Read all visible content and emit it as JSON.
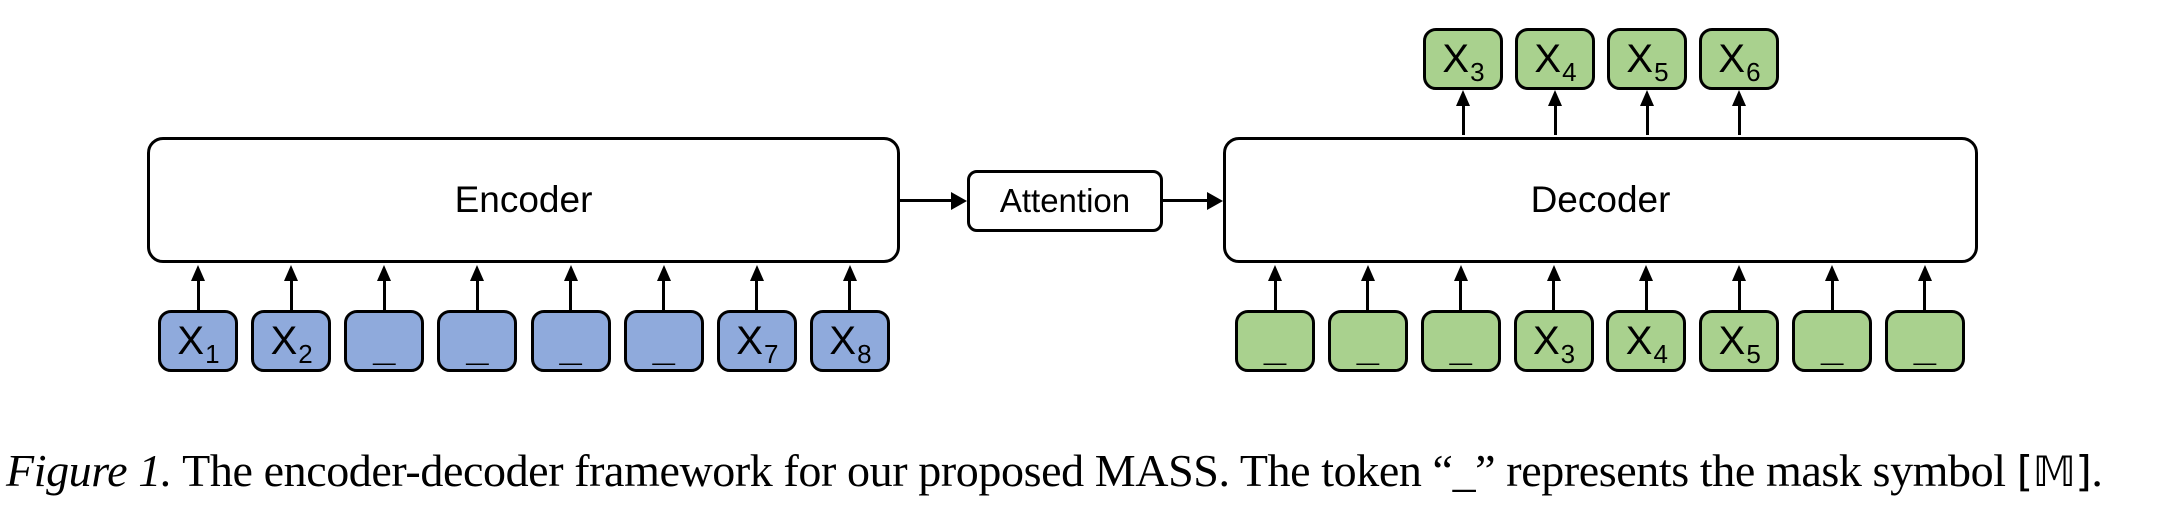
{
  "diagram": {
    "encoder_label": "Encoder",
    "decoder_label": "Decoder",
    "attention_label": "Attention",
    "encoder_inputs": [
      {
        "base": "X",
        "sub": "1"
      },
      {
        "base": "X",
        "sub": "2"
      },
      {
        "mask": "_"
      },
      {
        "mask": "_"
      },
      {
        "mask": "_"
      },
      {
        "mask": "_"
      },
      {
        "base": "X",
        "sub": "7"
      },
      {
        "base": "X",
        "sub": "8"
      }
    ],
    "decoder_inputs": [
      {
        "mask": "_"
      },
      {
        "mask": "_"
      },
      {
        "mask": "_"
      },
      {
        "base": "X",
        "sub": "3"
      },
      {
        "base": "X",
        "sub": "4"
      },
      {
        "base": "X",
        "sub": "5"
      },
      {
        "mask": "_"
      },
      {
        "mask": "_"
      }
    ],
    "decoder_outputs": [
      {
        "base": "X",
        "sub": "3"
      },
      {
        "base": "X",
        "sub": "4"
      },
      {
        "base": "X",
        "sub": "5"
      },
      {
        "base": "X",
        "sub": "6"
      }
    ],
    "colors": {
      "encoder_token_fill": "#8FAADC",
      "decoder_token_fill": "#A9D18E",
      "box_fill": "#FFFFFF",
      "line": "#000000"
    }
  },
  "caption": {
    "figure_label": "Figure 1.",
    "text_before_mask": " The encoder-decoder framework for our proposed MASS. The token “_” represents the mask symbol ",
    "mask_symbol": "[𝕄]",
    "text_after_mask": "."
  }
}
